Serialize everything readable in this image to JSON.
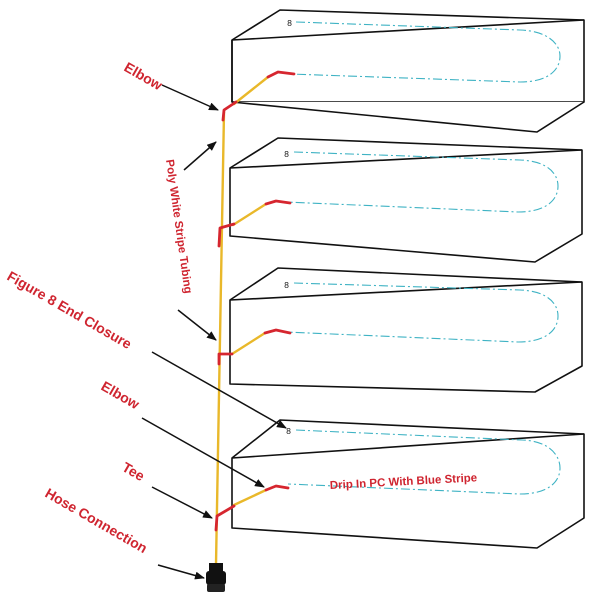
{
  "labels": {
    "elbow_top": "Elbow",
    "poly_tubing": "Poly White Stripe Tubing",
    "figure8_end_closure": "Figure 8 End Closure",
    "elbow_bottom": "Elbow",
    "tee": "Tee",
    "hose_connection": "Hose Connection",
    "drip_line": "Drip In PC With Blue Stripe"
  },
  "bed_marker": "8",
  "colors": {
    "label_red": "#cf2530",
    "fitting_red": "#d6262f",
    "tubing_yellow": "#e9b82a",
    "dripline_blue": "#3fb3c4",
    "outline": "#111111"
  }
}
